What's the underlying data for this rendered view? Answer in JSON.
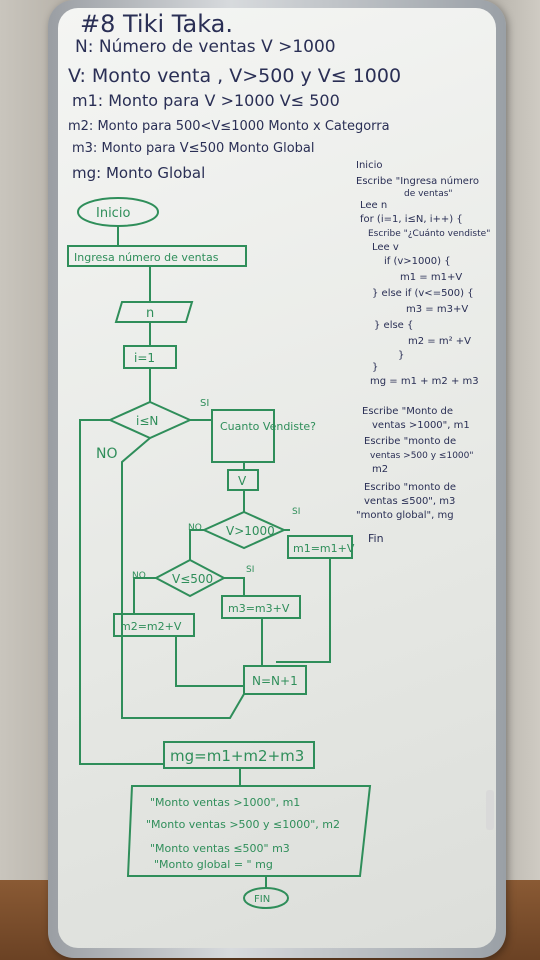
{
  "header": {
    "title": "#8 Tiki Taka.",
    "defs": [
      "N: Número de ventas  V >1000",
      "V: Monto venta  ,   V>500 y V≤ 1000",
      "m1: Monto para V >1000   V≤ 500",
      "m2: Monto para 500<V≤1000  Monto x Categorra",
      "m3: Monto para V≤500      Monto Global",
      "mg: Monto Global"
    ]
  },
  "pseudocode": [
    "Inicio",
    "Escribe \"Ingresa número",
    "de ventas\"",
    "Lee n",
    "for (i=1, i≤N, i++) {",
    "Escribe \"¿Cuánto vendiste\"",
    "Lee v",
    "if (v>1000) {",
    "m1 = m1+V",
    "} else if (v<=500) {",
    "m3 = m3+V",
    "} else {",
    "m2 = m² +V",
    "}",
    "}",
    "mg = m1 + m2 + m3",
    "Escribe \"Monto de",
    "ventas >1000\", m1",
    "Escribe \"monto de",
    "ventas >500 y ≤1000\"",
    "m2",
    "Escribo \"monto de",
    "ventas ≤500\", m3",
    "\"monto global\", mg",
    "Fin"
  ],
  "flowchart": {
    "start": "Inicio",
    "input_prompt": "Ingresa número de ventas",
    "read_n": "n",
    "init": "i=1",
    "loop_cond": "i≤N",
    "yes": "SI",
    "no": "NO",
    "ask": "Cuanto Vendiste?",
    "read_v": "V",
    "cond1": "V>1000",
    "cond1_no": "NO",
    "cond1_yes": "SI",
    "m1": "m1=m1+V",
    "cond2": "V≤500",
    "cond2_no": "NO",
    "cond2_yes": "SI",
    "m2": "m2=m2+V",
    "m3": "m3=m3+V",
    "inc": "N=N+1",
    "total": "mg=m1+m2+m3",
    "out": [
      "\"Monto ventas >1000\", m1",
      "\"Monto ventas >500 y ≤1000\", m2",
      "\"Monto ventas ≤500\" m3",
      "\"Monto global = \" mg"
    ],
    "end": "FIN"
  }
}
